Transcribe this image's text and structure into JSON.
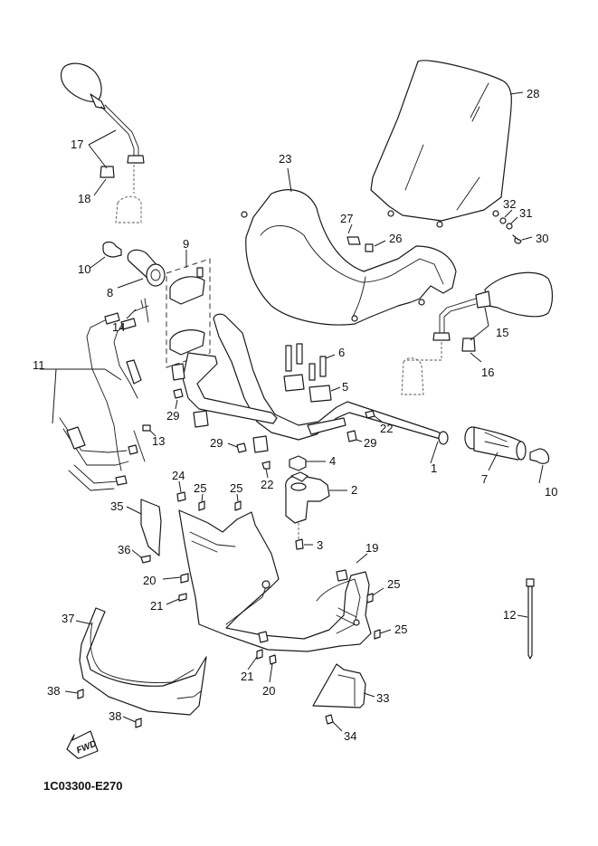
{
  "diagram": {
    "title": "Handlebar / Front Cover exploded parts diagram",
    "drawing_code": "1C03300-E270",
    "direction_marker": "FWD",
    "callouts": [
      {
        "id": "c1",
        "label": "1",
        "part": "handlebar"
      },
      {
        "id": "c2",
        "label": "2",
        "part": "handlebar-holder-lower"
      },
      {
        "id": "c3",
        "label": "3",
        "part": "damper"
      },
      {
        "id": "c4",
        "label": "4",
        "part": "nut"
      },
      {
        "id": "c5",
        "label": "5",
        "part": "handlebar-holder-upper"
      },
      {
        "id": "c6",
        "label": "6",
        "part": "bolt"
      },
      {
        "id": "c7",
        "label": "7",
        "part": "grip-right"
      },
      {
        "id": "c8",
        "label": "8",
        "part": "grip-left"
      },
      {
        "id": "c9",
        "label": "9",
        "part": "lever-holder-assembly"
      },
      {
        "id": "c10a",
        "label": "10",
        "part": "bar-end-left"
      },
      {
        "id": "c10b",
        "label": "10",
        "part": "bar-end-right"
      },
      {
        "id": "c11",
        "label": "11",
        "part": "brake-cables"
      },
      {
        "id": "c12",
        "label": "12",
        "part": "cable-tie"
      },
      {
        "id": "c13",
        "label": "13",
        "part": "screw"
      },
      {
        "id": "c14",
        "label": "14",
        "part": "screw"
      },
      {
        "id": "c15",
        "label": "15",
        "part": "mirror-right"
      },
      {
        "id": "c16",
        "label": "16",
        "part": "nut-mirror-right"
      },
      {
        "id": "c17",
        "label": "17",
        "part": "mirror-left"
      },
      {
        "id": "c18",
        "label": "18",
        "part": "nut-mirror-left"
      },
      {
        "id": "c19",
        "label": "19",
        "part": "inner-cover"
      },
      {
        "id": "c20a",
        "label": "20",
        "part": "nut-clip"
      },
      {
        "id": "c20b",
        "label": "20",
        "part": "nut-clip"
      },
      {
        "id": "c21a",
        "label": "21",
        "part": "screw"
      },
      {
        "id": "c21b",
        "label": "21",
        "part": "screw"
      },
      {
        "id": "c22a",
        "label": "22",
        "part": "screw"
      },
      {
        "id": "c22b",
        "label": "22",
        "part": "screw"
      },
      {
        "id": "c23",
        "label": "23",
        "part": "handlebar-cover"
      },
      {
        "id": "c24",
        "label": "24",
        "part": "nut-clip"
      },
      {
        "id": "c25a",
        "label": "25",
        "part": "screw"
      },
      {
        "id": "c25b",
        "label": "25",
        "part": "screw"
      },
      {
        "id": "c25c",
        "label": "25",
        "part": "screw"
      },
      {
        "id": "c25d",
        "label": "25",
        "part": "screw"
      },
      {
        "id": "c26",
        "label": "26",
        "part": "screw"
      },
      {
        "id": "c27",
        "label": "27",
        "part": "nut-clip"
      },
      {
        "id": "c28",
        "label": "28",
        "part": "windshield"
      },
      {
        "id": "c29a",
        "label": "29",
        "part": "collar"
      },
      {
        "id": "c29b",
        "label": "29",
        "part": "collar"
      },
      {
        "id": "c29c",
        "label": "29",
        "part": "collar"
      },
      {
        "id": "c30",
        "label": "30",
        "part": "bolt"
      },
      {
        "id": "c31",
        "label": "31",
        "part": "washer"
      },
      {
        "id": "c32",
        "label": "32",
        "part": "washer"
      },
      {
        "id": "c33",
        "label": "33",
        "part": "side-cover"
      },
      {
        "id": "c34",
        "label": "34",
        "part": "screw"
      },
      {
        "id": "c35",
        "label": "35",
        "part": "side-cover"
      },
      {
        "id": "c36",
        "label": "36",
        "part": "screw"
      },
      {
        "id": "c37",
        "label": "37",
        "part": "front-cover-lower"
      },
      {
        "id": "c38a",
        "label": "38",
        "part": "screw"
      },
      {
        "id": "c38b",
        "label": "38",
        "part": "screw"
      }
    ]
  }
}
